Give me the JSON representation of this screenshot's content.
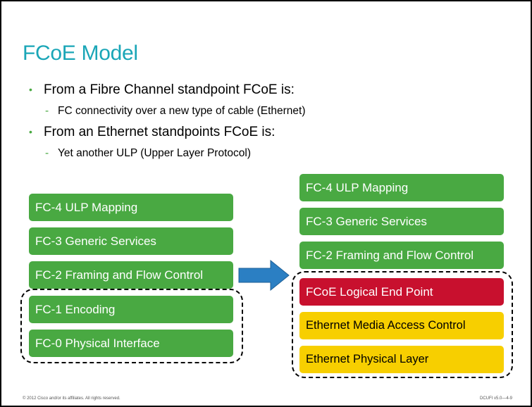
{
  "slide": {
    "title": "FCoE Model",
    "bullets": [
      {
        "text": "From a Fibre Channel standpoint FCoE is:",
        "sub": "FC connectivity over a new type of cable (Ethernet)"
      },
      {
        "text": "From an Ethernet standpoints FCoE is:",
        "sub": "Yet another ULP (Upper Layer Protocol)"
      }
    ],
    "bullet_mark": "•",
    "sub_mark": "-",
    "left_stack": [
      "FC-4 ULP Mapping",
      "FC-3 Generic Services",
      "FC-2 Framing and Flow Control",
      "FC-1 Encoding",
      "FC-0 Physical Interface"
    ],
    "right_stack": [
      "FC-4 ULP Mapping",
      "FC-3 Generic Services",
      "FC-2 Framing and Flow Control",
      "FCoE Logical End Point",
      "Ethernet Media Access Control",
      "Ethernet Physical Layer"
    ],
    "footer_left": "© 2012 Cisco and/or its affiliates. All rights reserved.",
    "footer_right": "DCUFI v5.0—4-9",
    "colors": {
      "title": "#1aa6b7",
      "green": "#49a942",
      "red": "#c8102e",
      "yellow": "#f7cf00",
      "arrow": "#2b7fc3"
    }
  }
}
